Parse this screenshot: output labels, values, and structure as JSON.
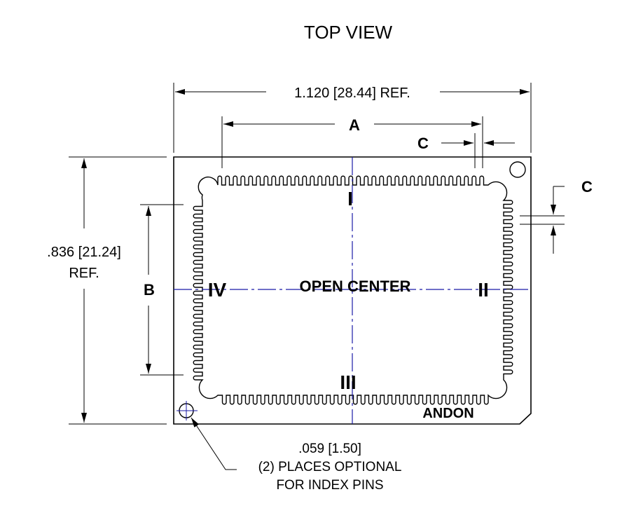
{
  "title": "TOP VIEW",
  "dimensions": {
    "width_ref": "1.120 [28.44] REF.",
    "height_ref_line1": ".836 [21.24]",
    "height_ref_line2": "REF.",
    "a": "A",
    "b": "B",
    "c_top": "C",
    "c_right": "C"
  },
  "center_label": "OPEN CENTER",
  "sides": {
    "i": "I",
    "ii": "II",
    "iii": "III",
    "iv": "IV"
  },
  "brand": "ANDON",
  "note": {
    "line1": ".059 [1.50]",
    "line2": "(2) PLACES OPTIONAL",
    "line3": "FOR INDEX PINS"
  },
  "colors": {
    "lines": "#000000",
    "centerlines": "#1a1aa6"
  }
}
